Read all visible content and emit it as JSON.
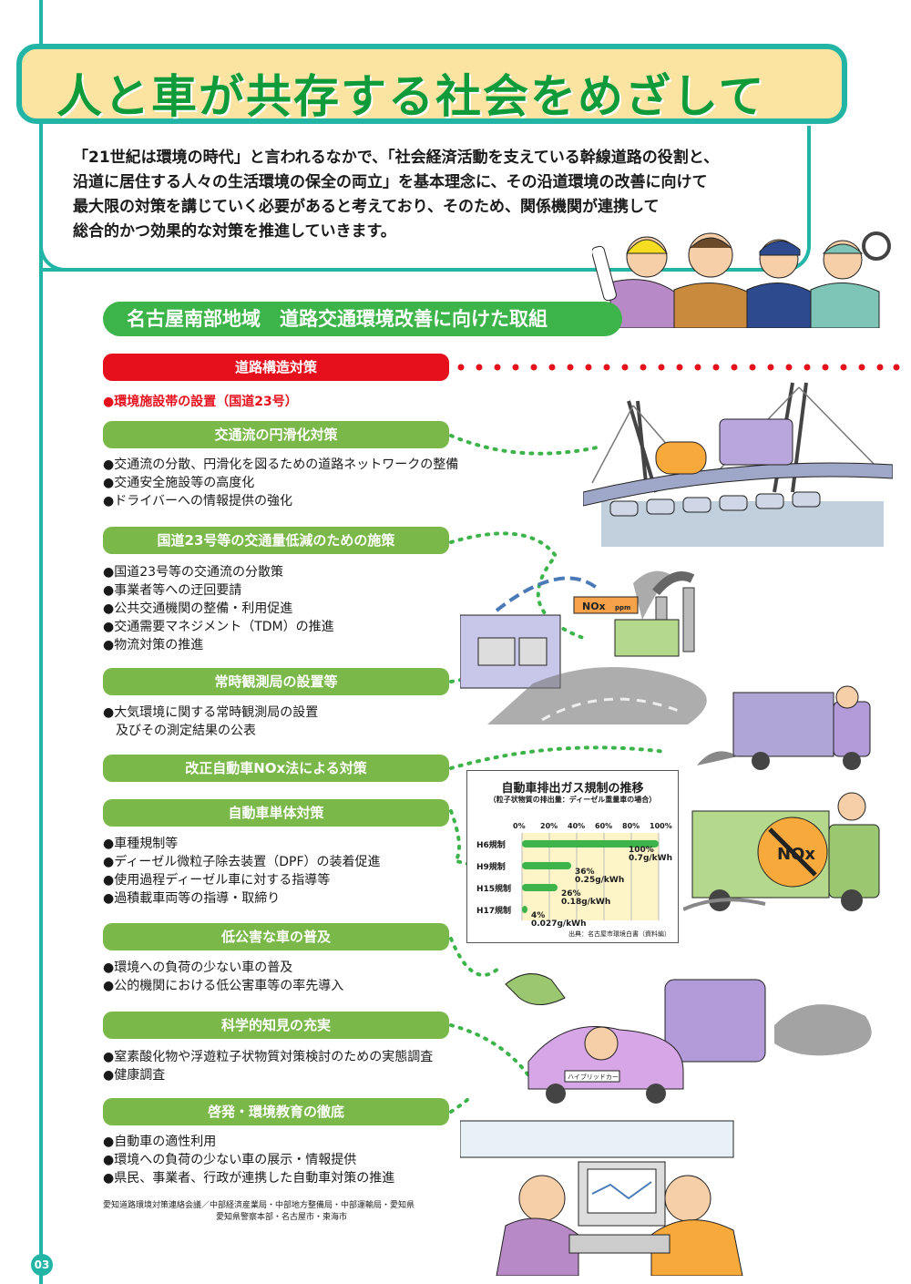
{
  "title": "人と車が共存する社会をめざして",
  "intro": [
    "「21世紀は環境の時代」と言われるなかで、「社会経済活動を支えている幹線道路の役割と、",
    "沿道に居住する人々の生活環境の保全の両立」を基本理念に、その沿道環境の改善に向けて",
    "最大限の対策を講じていく必要があると考えており、そのため、関係機関が連携して",
    "総合的かつ効果的な対策を推進していきます。"
  ],
  "section_title": "名古屋南部地域　道路交通環境改善に向けた取組",
  "categories": [
    {
      "label": "道路構造対策",
      "items": []
    },
    {
      "label": "交通流の円滑化対策",
      "items": [
        "交通流の分散、円滑化を図るための道路ネットワークの整備",
        "交通安全施設等の高度化",
        "ドライバーへの情報提供の強化"
      ]
    },
    {
      "label": "国道23号等の交通量低減のための施策",
      "items": [
        "国道23号等の交通流の分散策",
        "事業者等への迂回要請",
        "公共交通機関の整備・利用促進",
        "交通需要マネジメント（TDM）の推進",
        "物流対策の推進"
      ]
    },
    {
      "label": "常時観測局の設置等",
      "items": [
        "大気環境に関する常時観測局の設置",
        "及びその測定結果の公表"
      ]
    },
    {
      "label": "改正自動車NOx法による対策",
      "items": []
    },
    {
      "label": "自動車単体対策",
      "items": [
        "車種規制等",
        "ディーゼル微粒子除去装置（DPF）の装着促進",
        "使用過程ディーゼル車に対する指導等",
        "過積載車両等の指導・取締り"
      ]
    },
    {
      "label": "低公害な車の普及",
      "items": [
        "環境への負荷の少ない車の普及",
        "公的機関における低公害車等の率先導入"
      ]
    },
    {
      "label": "科学的知見の充実",
      "items": [
        "窒素酸化物や浮遊粒子状物質対策検討のための実態調査",
        "健康調査"
      ]
    },
    {
      "label": "啓発・環境教育の徹底",
      "items": [
        "自動車の適性利用",
        "環境への負荷の少ない車の展示・情報提供",
        "県民、事業者、行政が連携した自動車対策の推進"
      ]
    }
  ],
  "red_item": "●環境施設帯の設置（国道23号）",
  "credit": {
    "line1": "愛知道路環境対策連絡会議／中部経済産業局・中部地方整備局・中部運輸局・愛知県",
    "line2": "愛知県警察本部・名古屋市・東海市"
  },
  "page_number": "03",
  "illustration_labels": {
    "nox_sign": "NOx",
    "ppm": "ppm",
    "truck_nox": "NOx",
    "hybrid": "ハイブリッドカー"
  },
  "colors": {
    "teal": "#22b5a5",
    "green": "#3cb449",
    "light_green": "#7ab849",
    "red": "#e60f1c",
    "title_bg": "#fbe3a1",
    "title_text": "#0f9b3a"
  },
  "chart_data": {
    "type": "bar",
    "orientation": "horizontal",
    "title": "自動車排出ガス規制の推移",
    "subtitle": "（粒子状物質の排出量：ディーゼル重量車の場合）",
    "x_ticks": [
      "0%",
      "20%",
      "40%",
      "60%",
      "80%",
      "100%"
    ],
    "xlim": [
      0,
      100
    ],
    "categories": [
      "H6規制",
      "H9規制",
      "H15規制",
      "H17規制"
    ],
    "values": [
      100,
      36,
      26,
      4
    ],
    "value_labels": [
      "100%",
      "36%",
      "26%",
      "4%"
    ],
    "unit_labels": [
      "0.7g/kWh",
      "0.25g/kWh",
      "0.18g/kWh",
      "0.027g/kWh"
    ],
    "source": "出典：名古屋市環境白書（資料編）",
    "grid": true
  }
}
